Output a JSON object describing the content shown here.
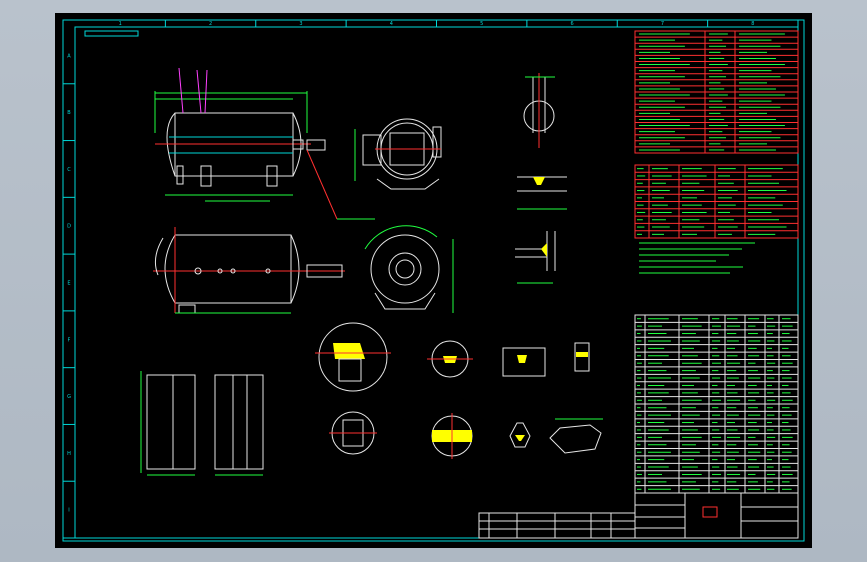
{
  "window": {
    "title": ""
  },
  "colors": {
    "background": "#000000",
    "frame": "#00d8d8",
    "outline": "#e6e6e6",
    "centerline": "#ff3030",
    "dimension": "#20ff40",
    "hatch": "#ffff00",
    "leader": "#ff40ff"
  },
  "border_zones": {
    "top": [
      "1",
      "2",
      "3",
      "4",
      "5",
      "6",
      "7",
      "8"
    ],
    "left": [
      "A",
      "B",
      "C",
      "D",
      "E",
      "F",
      "G",
      "H",
      "I"
    ]
  }
}
